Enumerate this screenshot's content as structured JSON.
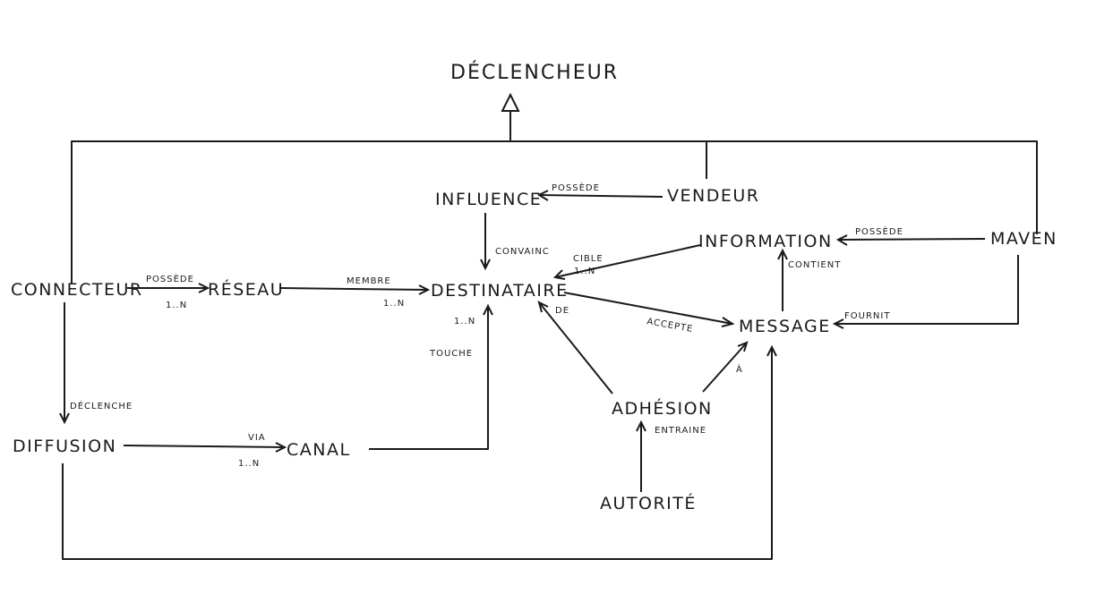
{
  "nodes": {
    "declencheur": "DÉCLENCHEUR",
    "influence": "INFLUENCE",
    "vendeur": "VENDEUR",
    "information": "INFORMATION",
    "maven": "MAVEN",
    "connecteur": "CONNECTEUR",
    "reseau": "RÉSEAU",
    "destinataire": "DESTINATAIRE",
    "message": "MESSAGE",
    "adhesion": "ADHÉSION",
    "autorite": "AUTORITÉ",
    "diffusion": "DIFFUSION",
    "canal": "CANAL"
  },
  "edges": {
    "vendeur_influence": "POSSÈDE",
    "maven_information": "POSSÈDE",
    "connecteur_reseau": "POSSÈDE",
    "connecteur_reseau_mult": "1..N",
    "reseau_destinataire": "MEMBRE",
    "reseau_destinataire_mult": "1..N",
    "influence_destinataire": "CONVAINC",
    "information_destinataire": "CIBLE",
    "information_destinataire_mult": "1..N",
    "information_message": "CONTIENT",
    "maven_message": "FOURNIT",
    "destinataire_message": "ACCEPTE",
    "adhesion_destinataire": "DE",
    "adhesion_message": "À",
    "autorite_adhesion": "ENTRAINE",
    "canal_destinataire": "TOUCHE",
    "canal_destinataire_mult": "1..N",
    "connecteur_diffusion": "DÉCLENCHE",
    "diffusion_canal": "VIA",
    "diffusion_canal_mult": "1..N"
  }
}
